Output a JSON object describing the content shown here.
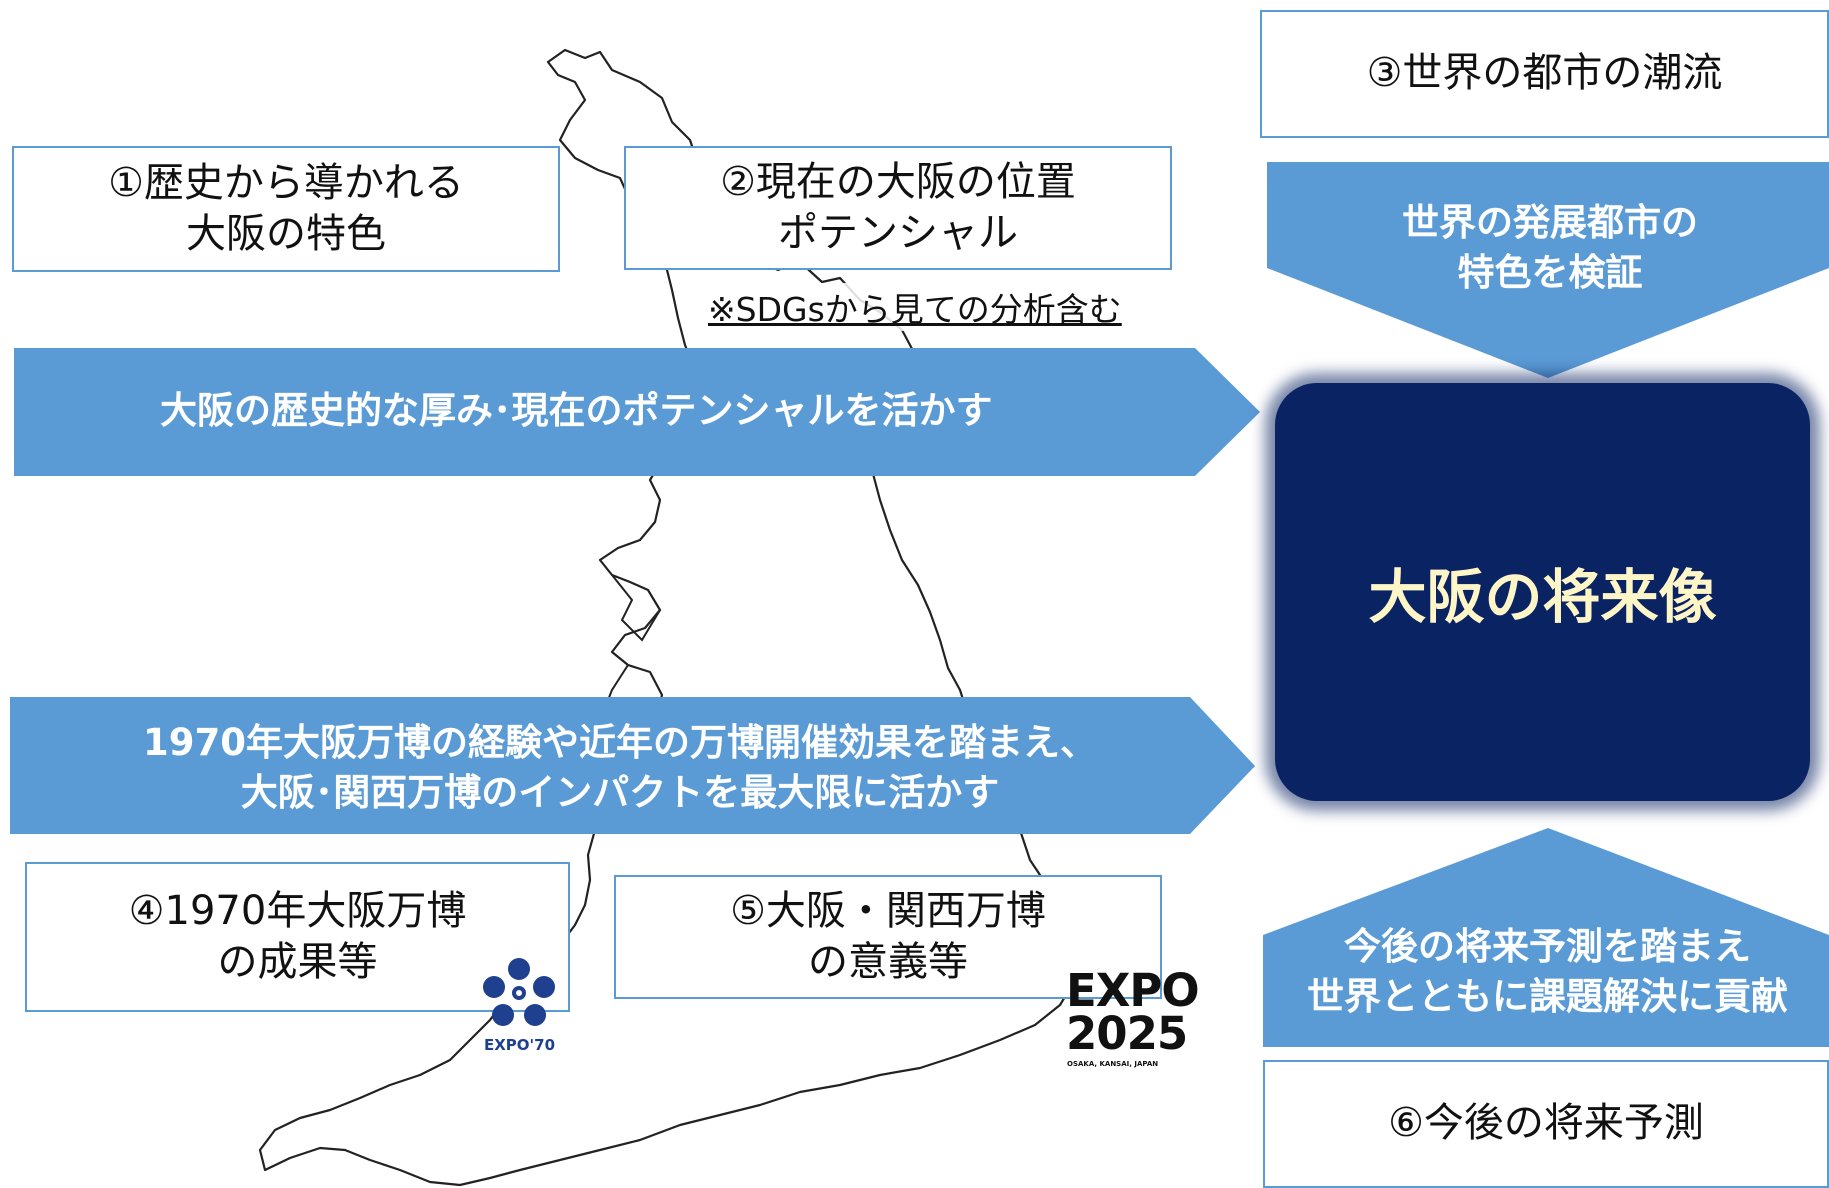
{
  "boxes": {
    "history": [
      "①歴史から導かれる",
      "大阪の特色"
    ],
    "current": [
      "②現在の大阪の位置",
      "ポテンシャル"
    ],
    "world": [
      "③世界の都市の潮流"
    ],
    "expo1970": [
      "④1970年大阪万博",
      "の成果等"
    ],
    "expo2025": [
      "⑤大阪・関西万博",
      "の意義等"
    ],
    "forecast": [
      "⑥今後の将来予測"
    ]
  },
  "note": "※SDGsから見ての分析含む",
  "arrows": {
    "top": [
      "大阪の歴史的な厚み･現在のポテンシャルを活かす"
    ],
    "bottom": [
      "1970年大阪万博の経験や近年の万博開催効果を踏まえ、",
      "大阪･関西万博のインパクトを最大限に活かす"
    ],
    "down": [
      "世界の発展都市の",
      "特色を検証"
    ],
    "up": [
      "今後の将来予測を踏まえ",
      "世界とともに課題解決に貢献"
    ]
  },
  "center_title": "大阪の将来像",
  "logos": {
    "expo70_text": "EXPO'70",
    "expo2025_line1": "EXPO",
    "expo2025_line2": "2025",
    "expo2025_sub": "OSAKA, KANSAI, JAPAN"
  },
  "colors": {
    "arrow_fill": "#5b9bd5",
    "box_border": "#5b9bd5",
    "center_fill": "#0a2363",
    "center_text": "#fff6c8"
  }
}
